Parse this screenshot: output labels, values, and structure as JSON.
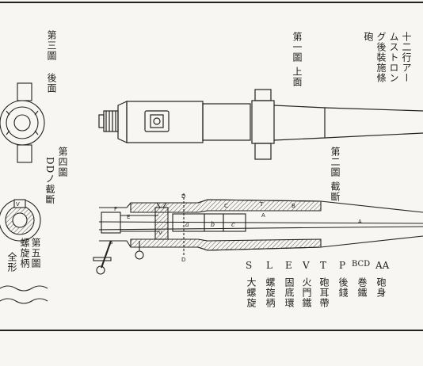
{
  "title": {
    "line1": "十二行アー",
    "line2": "ムストロン",
    "line3": "グ後裝施條",
    "line4": "砲"
  },
  "figures": {
    "fig1": "第一圖 上面",
    "fig2": "第二圖 截斷",
    "fig3": {
      "title": "第三圖",
      "sub": "後面"
    },
    "fig4": {
      "title": "第四圖",
      "sub1": "DDノ截斷"
    },
    "fig5": {
      "title": "第五圖",
      "sub1": "螺旋柄",
      "sub2": "全形"
    }
  },
  "legend": {
    "letters": [
      "S",
      "L",
      "E",
      "V",
      "T",
      "P",
      "BCD",
      "AA"
    ],
    "names": [
      "大螺旋",
      "螺旋柄",
      "固底環",
      "火門鐵",
      "砲耳帶",
      "後錢",
      "巻鐵",
      "砲身"
    ]
  },
  "section_labels": {
    "A": "A",
    "B": "B",
    "C": "C",
    "D": "D",
    "E": "E",
    "F": "F",
    "T": "T",
    "V": "V",
    "a": "a",
    "b": "b",
    "c": "c",
    "P": "P"
  },
  "colors": {
    "ink": "#222222",
    "paper": "#f7f6f2",
    "hatch": "#555555"
  }
}
